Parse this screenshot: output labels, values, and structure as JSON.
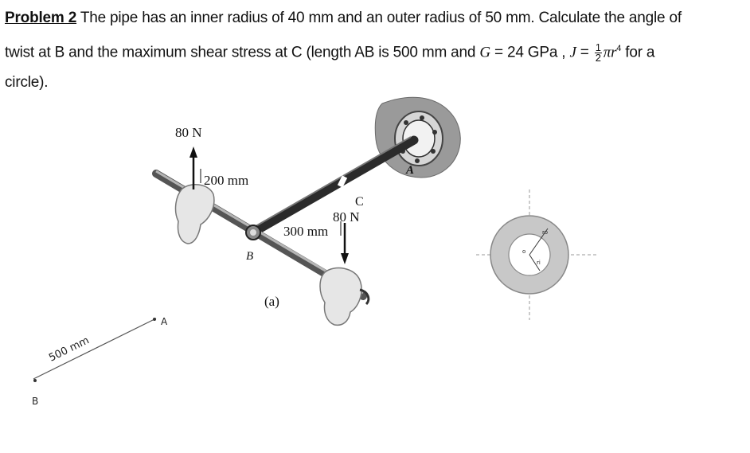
{
  "problem": {
    "label": "Problem 2",
    "sentence1": " The pipe has an inner radius of 40 mm and an outer radius of 50 mm. Calculate the angle of",
    "sentence2a": "twist at B and the maximum shear stress at C (length AB is 500 mm and ",
    "G_symbol": "G",
    "G_value": " = 24 GPa ,  ",
    "J_symbol": "J",
    "J_eq": " = ",
    "frac_num": "1",
    "frac_den": "2",
    "J_expr": "πr",
    "J_exp": "4",
    "sentence2b": "  for a",
    "sentence3": "circle)."
  },
  "figure": {
    "force_top": "80 N",
    "dim_top": "200 mm",
    "force_right": "80 N",
    "dim_right": "300 mm",
    "point_b": "B",
    "point_c": "C",
    "point_a": "A",
    "caption": "(a)",
    "hand_length": "500 mm",
    "hand_a": "A",
    "hand_b": "B",
    "section_ri": "ri",
    "section_ro": "ro",
    "section_o": "o"
  },
  "colors": {
    "pipe": "#2b2b2b",
    "wall": "#9a9a9a",
    "section_ring": "#c8c8c8",
    "text": "#111111"
  }
}
